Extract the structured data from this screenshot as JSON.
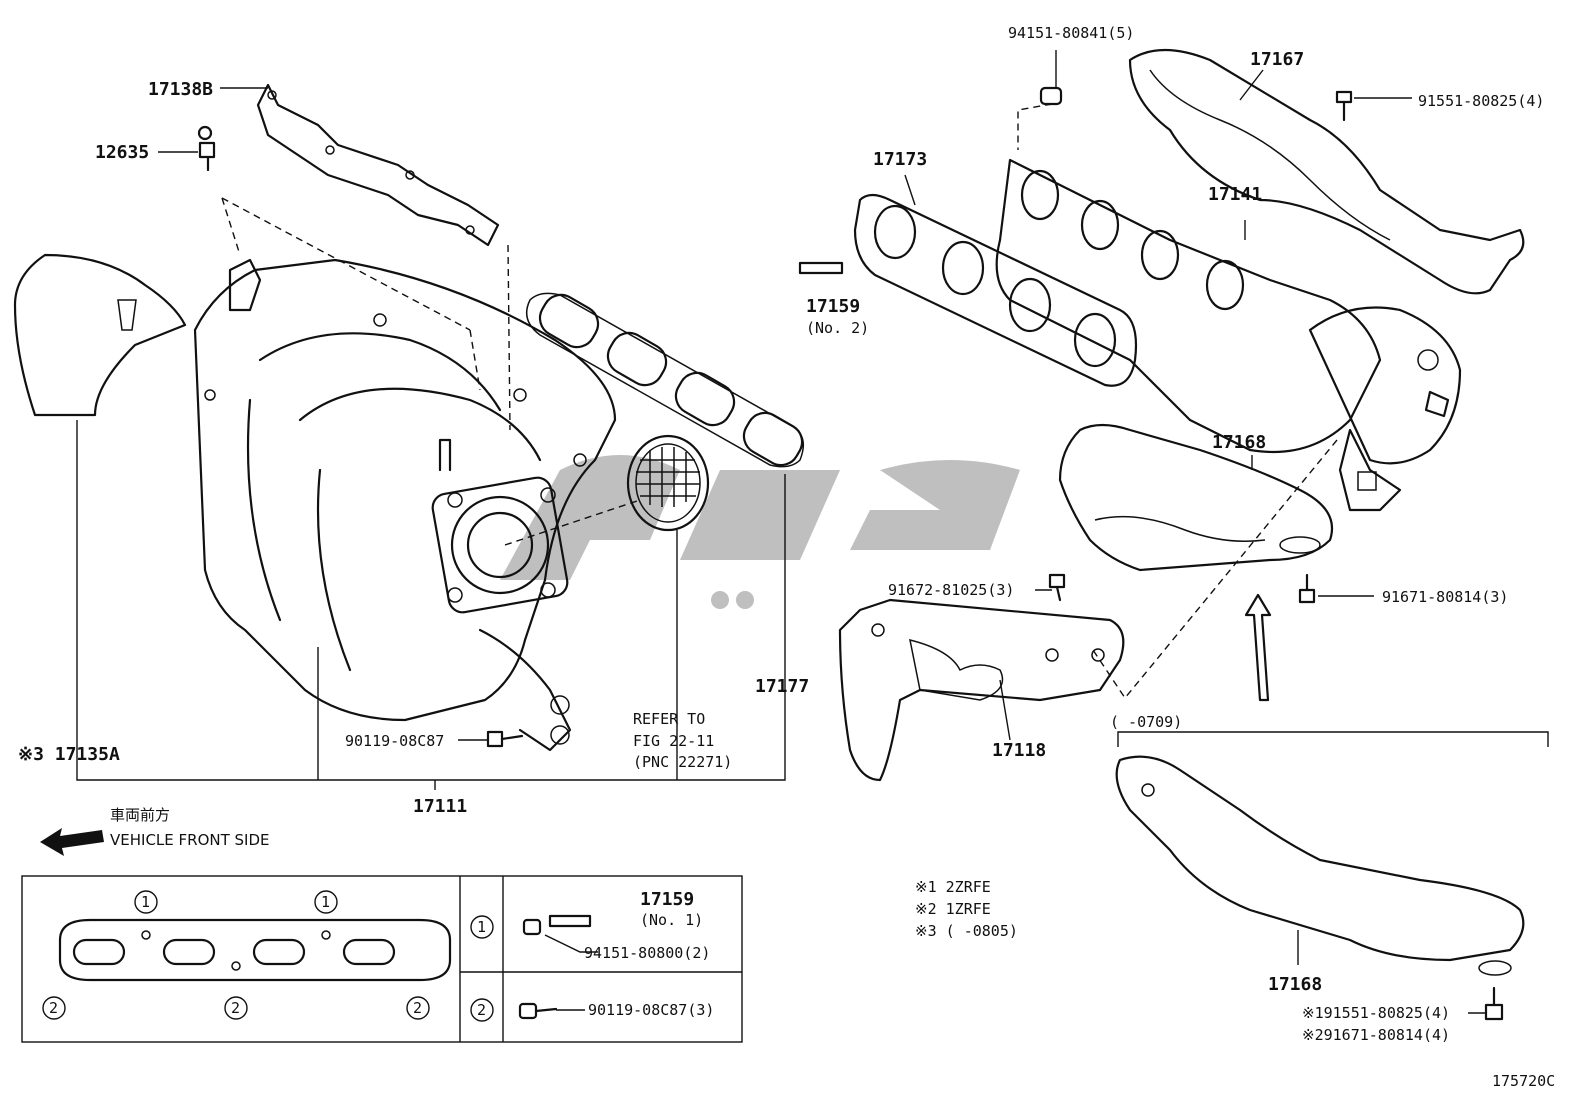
{
  "labels": {
    "p17138B": "17138B",
    "p12635": "12635",
    "p17135A": "※3 17135A",
    "p90119_08C87": "90119-08C87",
    "p17111": "17111",
    "p17177": "17177",
    "refer1": "REFER TO",
    "refer2": "FIG 22-11",
    "refer3": "(PNC 22271)",
    "p94151_80841": "94151-80841(5)",
    "p17167": "17167",
    "p91551_80825": "91551-80825(4)",
    "p17173": "17173",
    "p17141": "17141",
    "p17159a": "17159",
    "p17159a_sub": "(No. 2)",
    "p17168a": "17168",
    "p91672_81025": "91672-81025(3)",
    "p91671_80814": "91671-80814(3)",
    "p17118": "17118",
    "range0709": "(    -0709)",
    "p17168b": "17168",
    "p91551_80825_4": "※191551-80825(4)",
    "p91671_80814_4": "※291671-80814(4)",
    "note1": "※1 2ZRFE",
    "note2": "※2 1ZRFE",
    "note3": "※3 (    -0805)",
    "front_jp": "車両前方",
    "front_en": "VEHICLE FRONT SIDE",
    "legend_17159": "17159",
    "legend_17159_sub": "(No. 1)",
    "legend_94151_80800": "94151-80800(2)",
    "legend_90119_08C87": "90119-08C87(3)",
    "circle1": "1",
    "circle2": "2",
    "figure_code": "175720C"
  },
  "colors": {
    "line": "#111111",
    "watermark": "#8a8a8a",
    "background": "#ffffff"
  }
}
